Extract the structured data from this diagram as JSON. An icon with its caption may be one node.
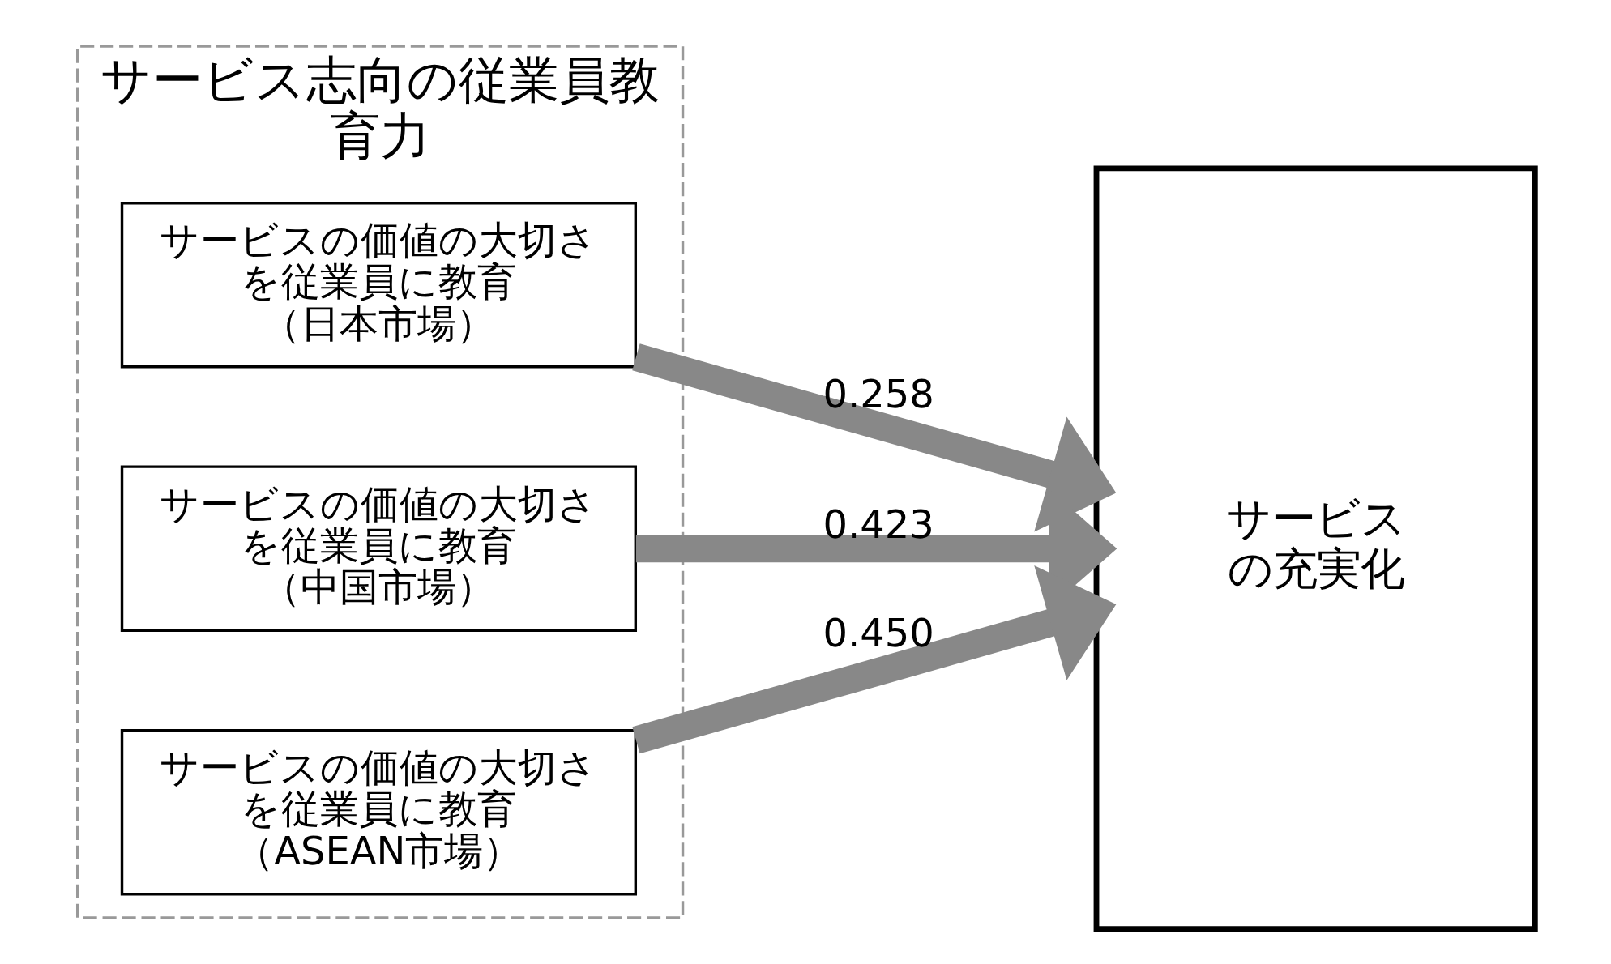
{
  "diagram": {
    "nodes": [
      {
        "text": [
          "サービス志向の従業員教育力"
        ]
      },
      {
        "text": [
          "サービスの価値の大切さを従業員に教育（日本市場）"
        ],
        "in": 0
      },
      {
        "text": [
          "サービスの価値の大切さを従業員に教育（中国市場）"
        ],
        "in": 0
      },
      {
        "text": [
          "サービスの価値の大切さを従業員に教育（ASEAN市場）"
        ],
        "in": 0
      },
      {
        "text": [
          "サービスの充実化"
        ]
      }
    ],
    "edges": [
      {
        "from": 1,
        "to": 4,
        "arrow": "to",
        "label": "0.258"
      },
      {
        "from": 2,
        "to": 4,
        "arrow": "to",
        "label": "0.423"
      },
      {
        "from": 3,
        "to": 4,
        "arrow": "to",
        "label": "0.450"
      }
    ]
  }
}
